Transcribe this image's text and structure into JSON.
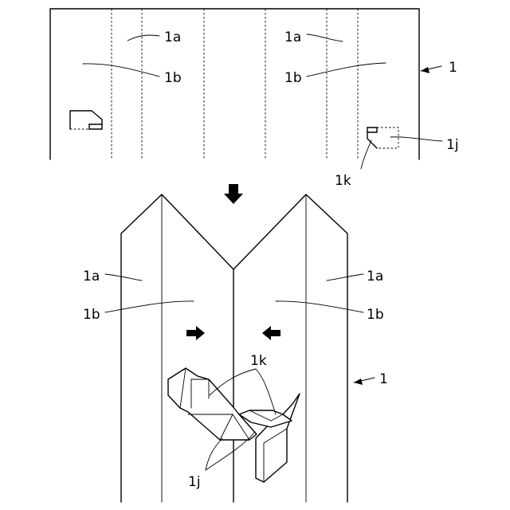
{
  "labels": {
    "sheet": "1",
    "panel_a": "1a",
    "panel_b": "1b",
    "tab_j": "1j",
    "tab_k": "1k"
  }
}
